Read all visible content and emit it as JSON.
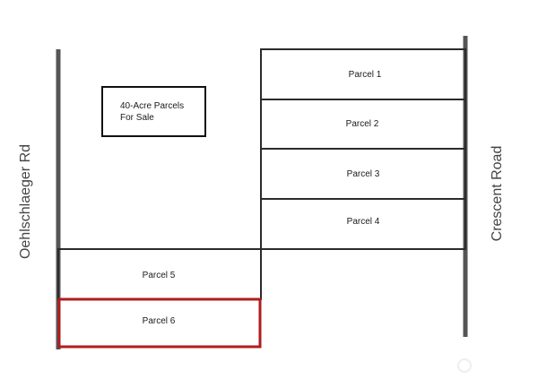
{
  "map": {
    "roads": {
      "west": "Oehlschlaeger Rd",
      "east": "Crescent Road"
    },
    "note": {
      "line1": "40-Acre Parcels",
      "line2": "For Sale"
    },
    "parcels": [
      {
        "label": "Parcel 1"
      },
      {
        "label": "Parcel 2"
      },
      {
        "label": "Parcel 3"
      },
      {
        "label": "Parcel 4"
      },
      {
        "label": "Parcel 5"
      },
      {
        "label": "Parcel 6",
        "highlighted": true
      }
    ],
    "colors": {
      "road": "#555555",
      "boundary": "#2b2b2b",
      "highlight": "#b01c1c"
    }
  }
}
